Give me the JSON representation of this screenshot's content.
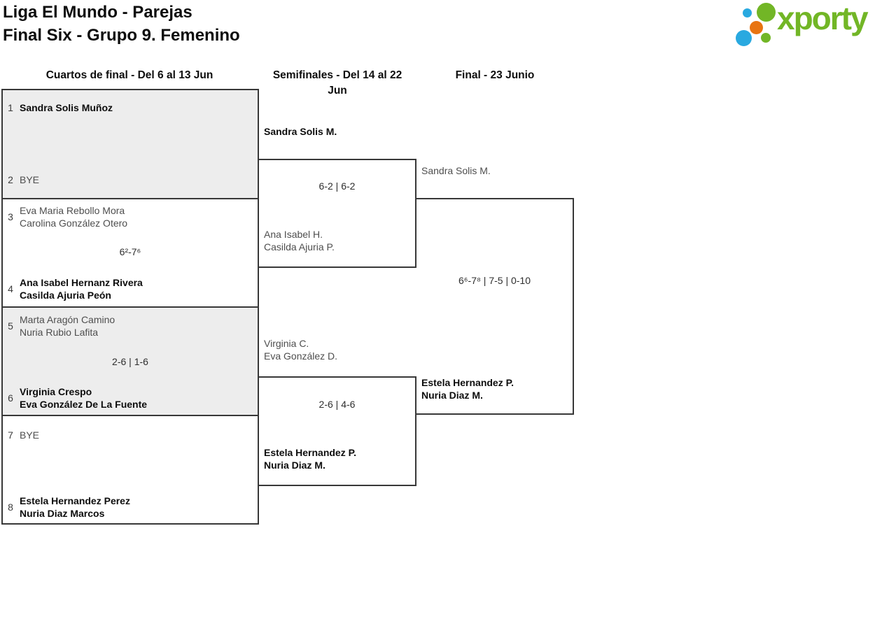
{
  "header": {
    "title_line1": "Liga El Mundo - Parejas",
    "title_line2": "Final Six - Grupo 9. Femenino",
    "logo_text": "xporty",
    "logo_colors": {
      "green": "#72b626",
      "blue": "#29a9e0",
      "orange": "#e87411"
    }
  },
  "rounds": [
    {
      "label": "Cuartos de final - Del 6 al 13 Jun"
    },
    {
      "label": "Semifinales - Del 14 al 22 Jun"
    },
    {
      "label": "Final - 23 Junio"
    }
  ],
  "quarterfinals": {
    "matches": [
      {
        "score": "",
        "top": {
          "seed": "1",
          "names": [
            "Sandra Solis Muñoz"
          ],
          "winner": true
        },
        "bottom": {
          "seed": "2",
          "names": [
            "BYE"
          ],
          "winner": false
        }
      },
      {
        "score": "6²-7⁶",
        "top": {
          "seed": "3",
          "names": [
            "Eva Maria Rebollo Mora",
            "Carolina González Otero"
          ],
          "winner": false
        },
        "bottom": {
          "seed": "4",
          "names": [
            "Ana Isabel Hernanz Rivera",
            "Casilda Ajuria Peón"
          ],
          "winner": true
        }
      },
      {
        "score": "2-6 | 1-6",
        "top": {
          "seed": "5",
          "names": [
            "Marta Aragón Camino",
            "Nuria Rubio Lafita"
          ],
          "winner": false
        },
        "bottom": {
          "seed": "6",
          "names": [
            "Virginia Crespo",
            "Eva González De La Fuente"
          ],
          "winner": true
        }
      },
      {
        "score": "",
        "top": {
          "seed": "7",
          "names": [
            "BYE"
          ],
          "winner": false
        },
        "bottom": {
          "seed": "8",
          "names": [
            "Estela Hernandez Perez",
            "Nuria Diaz Marcos"
          ],
          "winner": true
        }
      }
    ]
  },
  "semifinals": {
    "matches": [
      {
        "score": "6-2 | 6-2",
        "top": {
          "names": [
            "Sandra Solis M."
          ],
          "winner": true
        },
        "bottom": {
          "names": [
            "Ana Isabel H.",
            "Casilda Ajuria P."
          ],
          "winner": false
        }
      },
      {
        "score": "2-6 | 4-6",
        "top": {
          "names": [
            "Virginia C.",
            "Eva González D."
          ],
          "winner": false
        },
        "bottom": {
          "names": [
            "Estela Hernandez P.",
            "Nuria Diaz M."
          ],
          "winner": true
        }
      }
    ]
  },
  "final": {
    "match": {
      "score": "6⁶-7⁸ | 7-5 | 0-10",
      "top": {
        "names": [
          "Sandra Solis M."
        ],
        "winner": false
      },
      "bottom": {
        "names": [
          "Estela Hernandez P.",
          "Nuria Diaz M."
        ],
        "winner": true
      }
    }
  }
}
